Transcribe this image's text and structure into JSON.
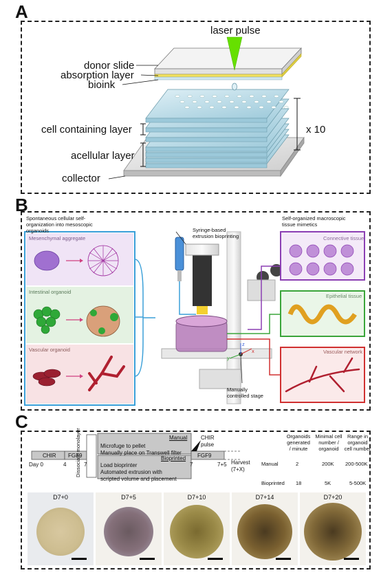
{
  "panels": {
    "a": "A",
    "b": "B",
    "c": "C"
  },
  "panel_a": {
    "laser": "laser pulse",
    "donor": "donor slide",
    "absorption": "absorption layer",
    "bioink": "bioink",
    "cell_layer": "cell containing layer",
    "acellular": "acellular layer",
    "collector": "collector",
    "times": "x 10"
  },
  "panel_b": {
    "left_heading": "Spontaneous cellular self-organization into mesoscopic organoids",
    "mesenchymal": "Mesenchymal aggregate",
    "intestinal": "Intestinal organoid",
    "vascular_organoid": "Vascular organoid",
    "syringe": "Syringe-based extrusion bioprinting",
    "right_heading": "Self-organized macroscopic tissue mimetics",
    "connective": "Connective tissue",
    "epithelial": "Epithelial tissue",
    "vascular_network": "Vascular network",
    "stage": "Manually controlled stage",
    "axis_x": "x",
    "axis_y": "y",
    "axis_z": "z"
  },
  "panel_c": {
    "chir": "CHIR",
    "fgf9": "FGF9",
    "fgf9_b": "FGF9",
    "day0": "Day 0",
    "d4": "4",
    "d7": "7",
    "d7b": "7",
    "d7p5": "7+5",
    "harvest": "Harvest (7+X)",
    "dissociate": "Dissociate monolayer",
    "manual_title": "Manual",
    "manual_l1": "Microfuge to pellet",
    "manual_l2": "Manually place on Transwell filter",
    "bio_title": "Bioprinted",
    "bio_l1": "Load bioprinter",
    "bio_l2": "Automated extrusion with",
    "bio_l3": "scripted volume and placement",
    "chir_pulse_1": "CHIR",
    "chir_pulse_2": "pulse",
    "table": {
      "headers": [
        [
          "Organoids",
          "generated",
          "/ minute"
        ],
        [
          "Minimal cell",
          "number /",
          "organoid"
        ],
        [
          "Range in",
          "organoid",
          "cell number"
        ]
      ],
      "rows": [
        {
          "label": "Manual",
          "values": [
            "2",
            "200K",
            "200-500K"
          ]
        },
        {
          "label": "Bioprinted",
          "values": [
            "18",
            "5K",
            "5-500K"
          ]
        }
      ]
    },
    "timepoints": [
      "D7+0",
      "D7+5",
      "D7+10",
      "D7+14",
      "D7+20"
    ]
  },
  "colors": {
    "blue_frame": "#3a9fd8",
    "purple_frame": "#8b3fb3",
    "green_frame": "#3aa53a",
    "red_frame": "#d03030",
    "laser_green": "#66e000",
    "absorption_yellow": "#f0e060"
  }
}
